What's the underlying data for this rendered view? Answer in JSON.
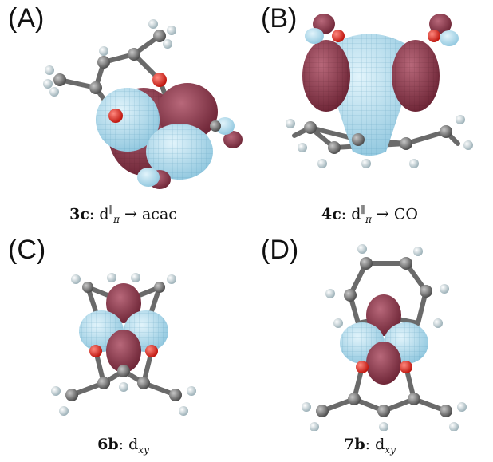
{
  "panels": [
    {
      "label": "(A)",
      "caption": {
        "compound": "3c",
        "orbital": "d",
        "sub": "π",
        "sup": "∥",
        "arrow": "→",
        "target": "acac"
      }
    },
    {
      "label": "(B)",
      "caption": {
        "compound": "4c",
        "orbital": "d",
        "sub": "π",
        "sup": "∥",
        "arrow": "→",
        "target": "CO"
      }
    },
    {
      "label": "(C)",
      "caption": {
        "compound": "6b",
        "orbital": "d",
        "sub": "xy"
      }
    },
    {
      "label": "(D)",
      "caption": {
        "compound": "7b",
        "orbital": "d",
        "sub": "xy"
      }
    }
  ],
  "colors": {
    "lobe_positive": "#8c3a4a",
    "lobe_negative": "#a9d6ea",
    "carbon": "#707070",
    "oxygen": "#e8322b",
    "hydrogen": "#d8e4e8"
  }
}
